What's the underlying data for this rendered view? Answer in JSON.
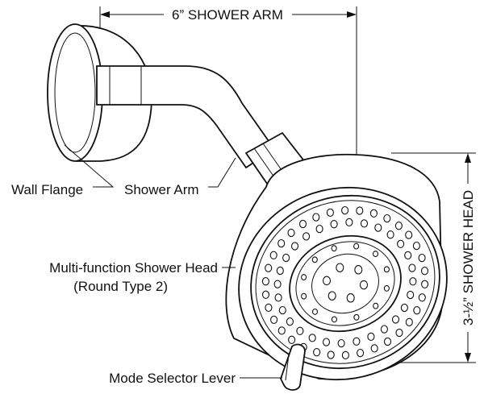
{
  "dimensions": {
    "arm_length": "6” SHOWER ARM",
    "head_size": "3-½” SHOWER HEAD"
  },
  "labels": {
    "wall_flange": "Wall Flange",
    "shower_arm": "Shower Arm",
    "shower_head_line1": "Multi-function Shower Head",
    "shower_head_line2": "(Round Type 2)",
    "mode_lever": "Mode Selector Lever"
  }
}
